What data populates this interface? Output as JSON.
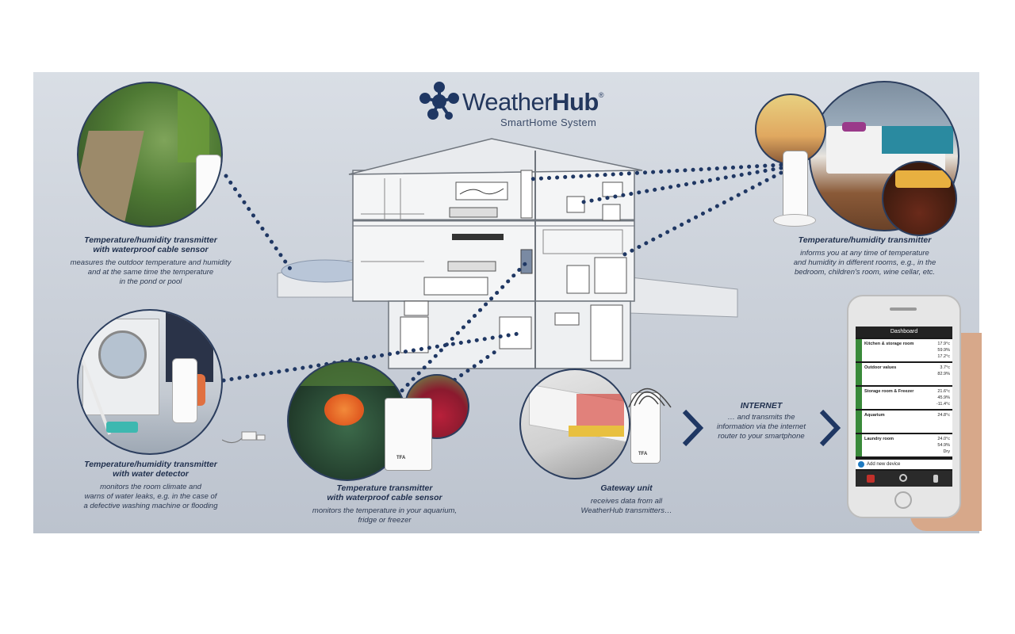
{
  "logo": {
    "brand_light": "Weather",
    "brand_bold": "Hub",
    "reg": "®",
    "tagline": "SmartHome System"
  },
  "captions": {
    "pond": {
      "title1": "Temperature/humidity transmitter",
      "title2": "with waterproof cable sensor",
      "desc1": "measures the outdoor temperature and humidity",
      "desc2": "and at the same time the temperature",
      "desc3": "in the pond or pool"
    },
    "rooms": {
      "title1": "Temperature/humidity transmitter",
      "desc1": "informs you at any time of temperature",
      "desc2": "and humidity in different rooms, e.g., in the",
      "desc3": "bedroom, children's room, wine cellar, etc."
    },
    "water": {
      "title1": "Temperature/humidity transmitter",
      "title2": "with water detector",
      "desc1": "monitors the room climate and",
      "desc2": "warns of water leaks, e.g. in the case of",
      "desc3": "a defective washing machine or flooding"
    },
    "aquarium": {
      "title1": "Temperature transmitter",
      "title2": "with waterproof cable sensor",
      "desc1": "monitors the temperature in your aquarium,",
      "desc2": "fridge or freezer"
    },
    "gateway": {
      "title1": "Gateway unit",
      "desc1": "receives data from all",
      "desc2": "WeatherHub transmitters…"
    },
    "internet": {
      "title1": "INTERNET",
      "desc1": "… and transmits the",
      "desc2": "information via the internet",
      "desc3": "router to your smartphone"
    }
  },
  "phone": {
    "header": "Dashboard",
    "rows": [
      {
        "name": "Kitchen & storage room",
        "v1": "17.9°c",
        "v2": "59.9%",
        "v3": "17.2°c"
      },
      {
        "name": "Outdoor values",
        "v1": "3.7°c",
        "v2": "82.9%",
        "v3": ""
      },
      {
        "name": "Storage room & Freezer",
        "v1": "21.6°c",
        "v2": "45.9%",
        "v3": "-11.4°c"
      },
      {
        "name": "Aquarium",
        "v1": "24.8°c",
        "v2": "",
        "v3": ""
      },
      {
        "name": "Laundry room",
        "v1": "24.0°c",
        "v2": "54.9%",
        "v3": "Dry"
      }
    ],
    "add_label": "Add new device",
    "tabs": [
      "",
      "Settings",
      ""
    ]
  },
  "tfa_label": "TFA",
  "colors": {
    "accent": "#1f3763",
    "panel": "#cfd5dd",
    "phone_green": "#3a8a3a"
  }
}
